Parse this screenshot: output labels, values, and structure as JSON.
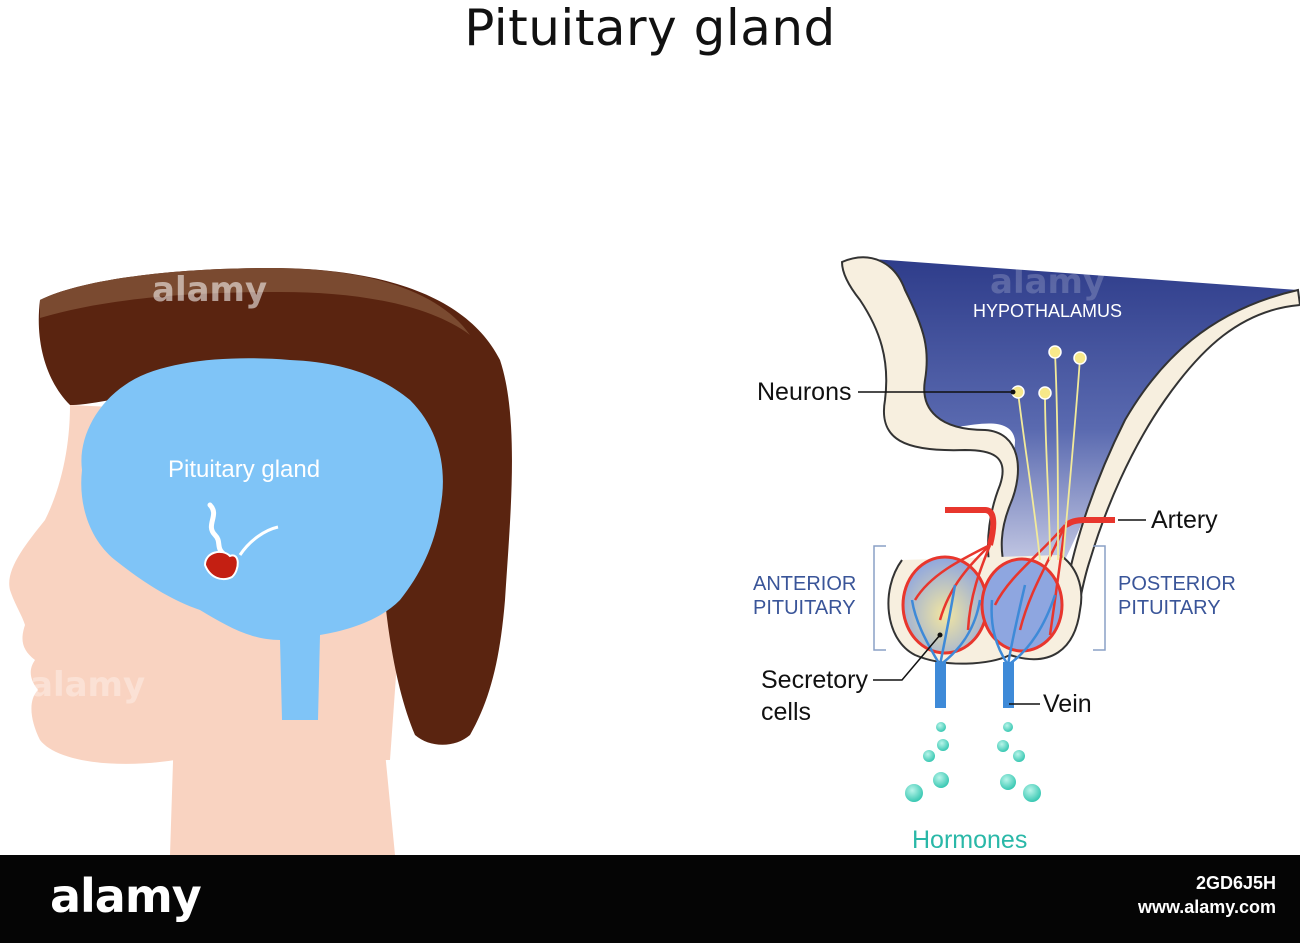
{
  "title": "Pituitary gland",
  "head": {
    "label": "Pituitary gland"
  },
  "detail": {
    "hypothalamus": "HYPOTHALAMUS",
    "neurons": "Neurons",
    "artery": "Artery",
    "anterior_line1": "ANTERIOR",
    "anterior_line2": "PITUITARY",
    "posterior_line1": "POSTERIOR",
    "posterior_line2": "PITUITARY",
    "secretory_line1": "Secretory",
    "secretory_line2": "cells",
    "vein": "Vein",
    "hormones": "Hormones"
  },
  "watermark": {
    "brand": "alamy",
    "image_id_line1": "2GD6J5H",
    "image_id_line2": "www.alamy.com"
  },
  "colors": {
    "hair": "#5a2410",
    "skin": "#f9d3c1",
    "brain": "#7fc4f7",
    "gland": "#c41f12",
    "hypothalamus": "#3b4a94",
    "tissue": "#f7efdf",
    "artery": "#e8362d",
    "vein": "#3e8ad8",
    "hormone": "#37d2b8",
    "label_blue": "#3a5599"
  }
}
